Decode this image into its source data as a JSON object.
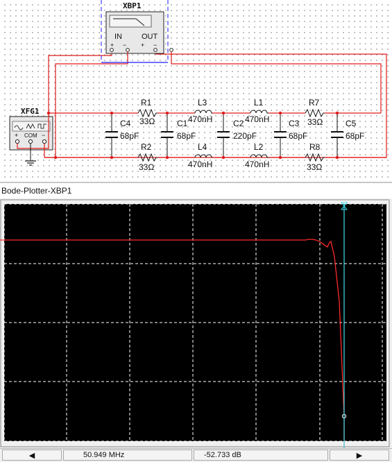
{
  "instruments": {
    "bode_plotter": {
      "name": "XBP1",
      "in_label": "IN",
      "out_label": "OUT"
    },
    "function_generator": {
      "name": "XFG1",
      "com_label": "COM"
    }
  },
  "components": [
    {
      "ref": "R1",
      "value": "33Ω"
    },
    {
      "ref": "R2",
      "value": "33Ω"
    },
    {
      "ref": "L3",
      "value": "470nH"
    },
    {
      "ref": "L4",
      "value": "470nH"
    },
    {
      "ref": "L1",
      "value": "470nH"
    },
    {
      "ref": "L2",
      "value": "470nH"
    },
    {
      "ref": "R7",
      "value": "33Ω"
    },
    {
      "ref": "R8",
      "value": "33Ω"
    },
    {
      "ref": "C4",
      "value": "68pF"
    },
    {
      "ref": "C1",
      "value": "68pF"
    },
    {
      "ref": "C2",
      "value": "220pF"
    },
    {
      "ref": "C3",
      "value": "68pF"
    },
    {
      "ref": "C5",
      "value": "68pF"
    }
  ],
  "bode_window": {
    "title": "Bode-Plotter-XBP1",
    "status": {
      "frequency": "50.949 MHz",
      "magnitude": "-52.733 dB"
    }
  },
  "colors": {
    "wire": "#e11b1b",
    "instrument_border": "#1a1aff",
    "plot_background": "#000000",
    "grid": "#ffffff",
    "trace": "#ff2a2a",
    "cursor": "#40e0f0"
  }
}
